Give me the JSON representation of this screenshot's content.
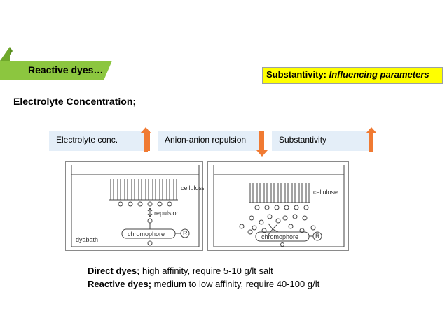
{
  "header": {
    "banner_title": "Reactive dyes…",
    "subtitle_prefix": "Substantivity:",
    "subtitle_emphasis": "Influencing parameters"
  },
  "section": {
    "heading": "Electrolyte Concentration;"
  },
  "flow": [
    {
      "label": "Electrolyte conc.",
      "direction": "up"
    },
    {
      "label": "Anion-anion repulsion",
      "direction": "down"
    },
    {
      "label": "Substantivity",
      "direction": "up"
    }
  ],
  "diagram": {
    "left": {
      "cellulose_label": "cellulose",
      "repulsion_label": "repulsion",
      "chromophore_label": "chromophore",
      "r_label": "R",
      "dyebath_label": "dyabath"
    },
    "right": {
      "cellulose_label": "cellulose",
      "chromophore_label": "chromophore",
      "r_label": "R"
    }
  },
  "notes": [
    {
      "bold": "Direct dyes;",
      "text": " high affinity, require 5-10 g/lt salt"
    },
    {
      "bold": "Reactive dyes;",
      "text": " medium to low affinity, require 40-100 g/lt"
    }
  ],
  "colors": {
    "banner_green": "#8cc63f",
    "highlight_yellow": "#ffff00",
    "arrow_orange": "#f07a32",
    "box_blue": "#e4eef8"
  }
}
